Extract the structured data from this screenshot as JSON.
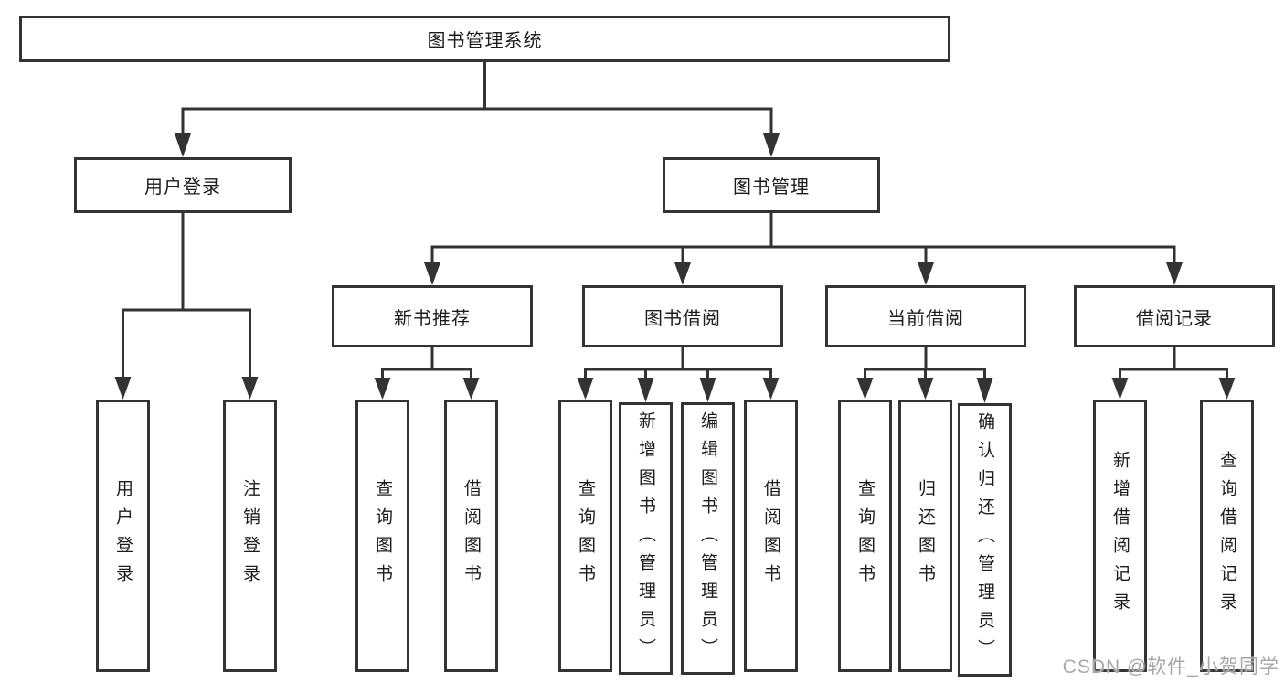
{
  "root": {
    "label": "图书管理系统"
  },
  "branches": [
    {
      "key": "user_login",
      "label": "用户登录"
    },
    {
      "key": "book_management",
      "label": "图书管理"
    }
  ],
  "modules": [
    {
      "label": "新书推荐"
    },
    {
      "label": "图书借阅"
    },
    {
      "label": "当前借阅"
    },
    {
      "label": "借阅记录"
    }
  ],
  "leaves": {
    "user_login": [
      "用户登录",
      "注销登录"
    ],
    "new_book": [
      "查询图书",
      "借阅图书"
    ],
    "book_borrow": [
      "查询图书",
      "新增图书（管理员）",
      "编辑图书（管理员）",
      "借阅图书"
    ],
    "current_borrow": [
      "查询图书",
      "归还图书",
      "确认归还（管理员）"
    ],
    "borrow_record": [
      "新增借阅记录",
      "查询借阅记录"
    ]
  },
  "watermark": "CSDN @软件_小贺同学",
  "colors": {
    "line": "#333333",
    "text": "#1c1c1c",
    "background": "#ffffff",
    "watermark": "#a8a8a8"
  }
}
